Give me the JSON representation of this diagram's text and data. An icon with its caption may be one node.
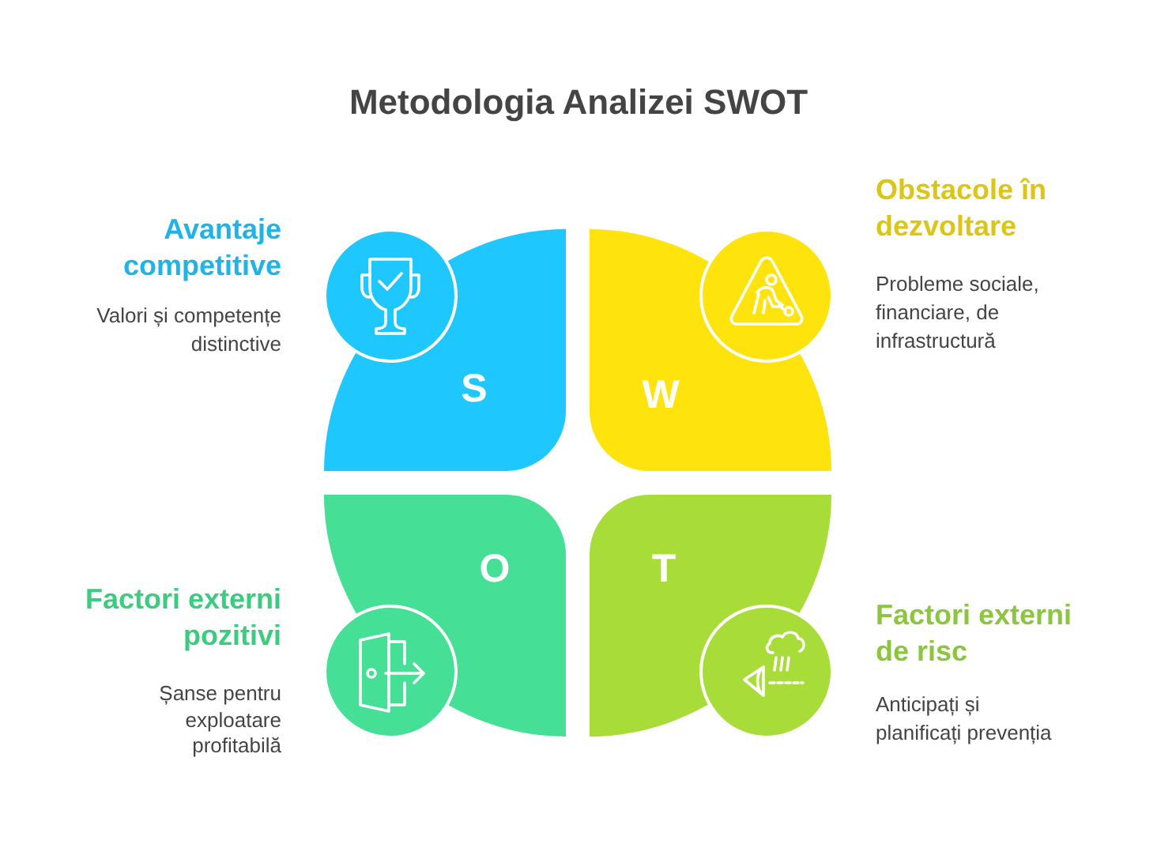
{
  "diagram": {
    "title": "Metodologia Analizei SWOT",
    "nodes": [
      {
        "text": [
          "S"
        ],
        "beside": [
          "Avantaje competitive",
          "Valori și competențe distinctive"
        ]
      },
      {
        "text": [
          "W"
        ],
        "beside": [
          "Obstacole în dezvoltare",
          "Probleme sociale, financiare, de infrastructură"
        ]
      },
      {
        "text": [
          "O"
        ],
        "beside": [
          "Factori externi pozitivi",
          "Șanse pentru exploatare profitabilă"
        ]
      },
      {
        "text": [
          "T"
        ],
        "beside": [
          "Factori externi de risc",
          "Anticipați și planificați prevenția"
        ]
      }
    ]
  }
}
